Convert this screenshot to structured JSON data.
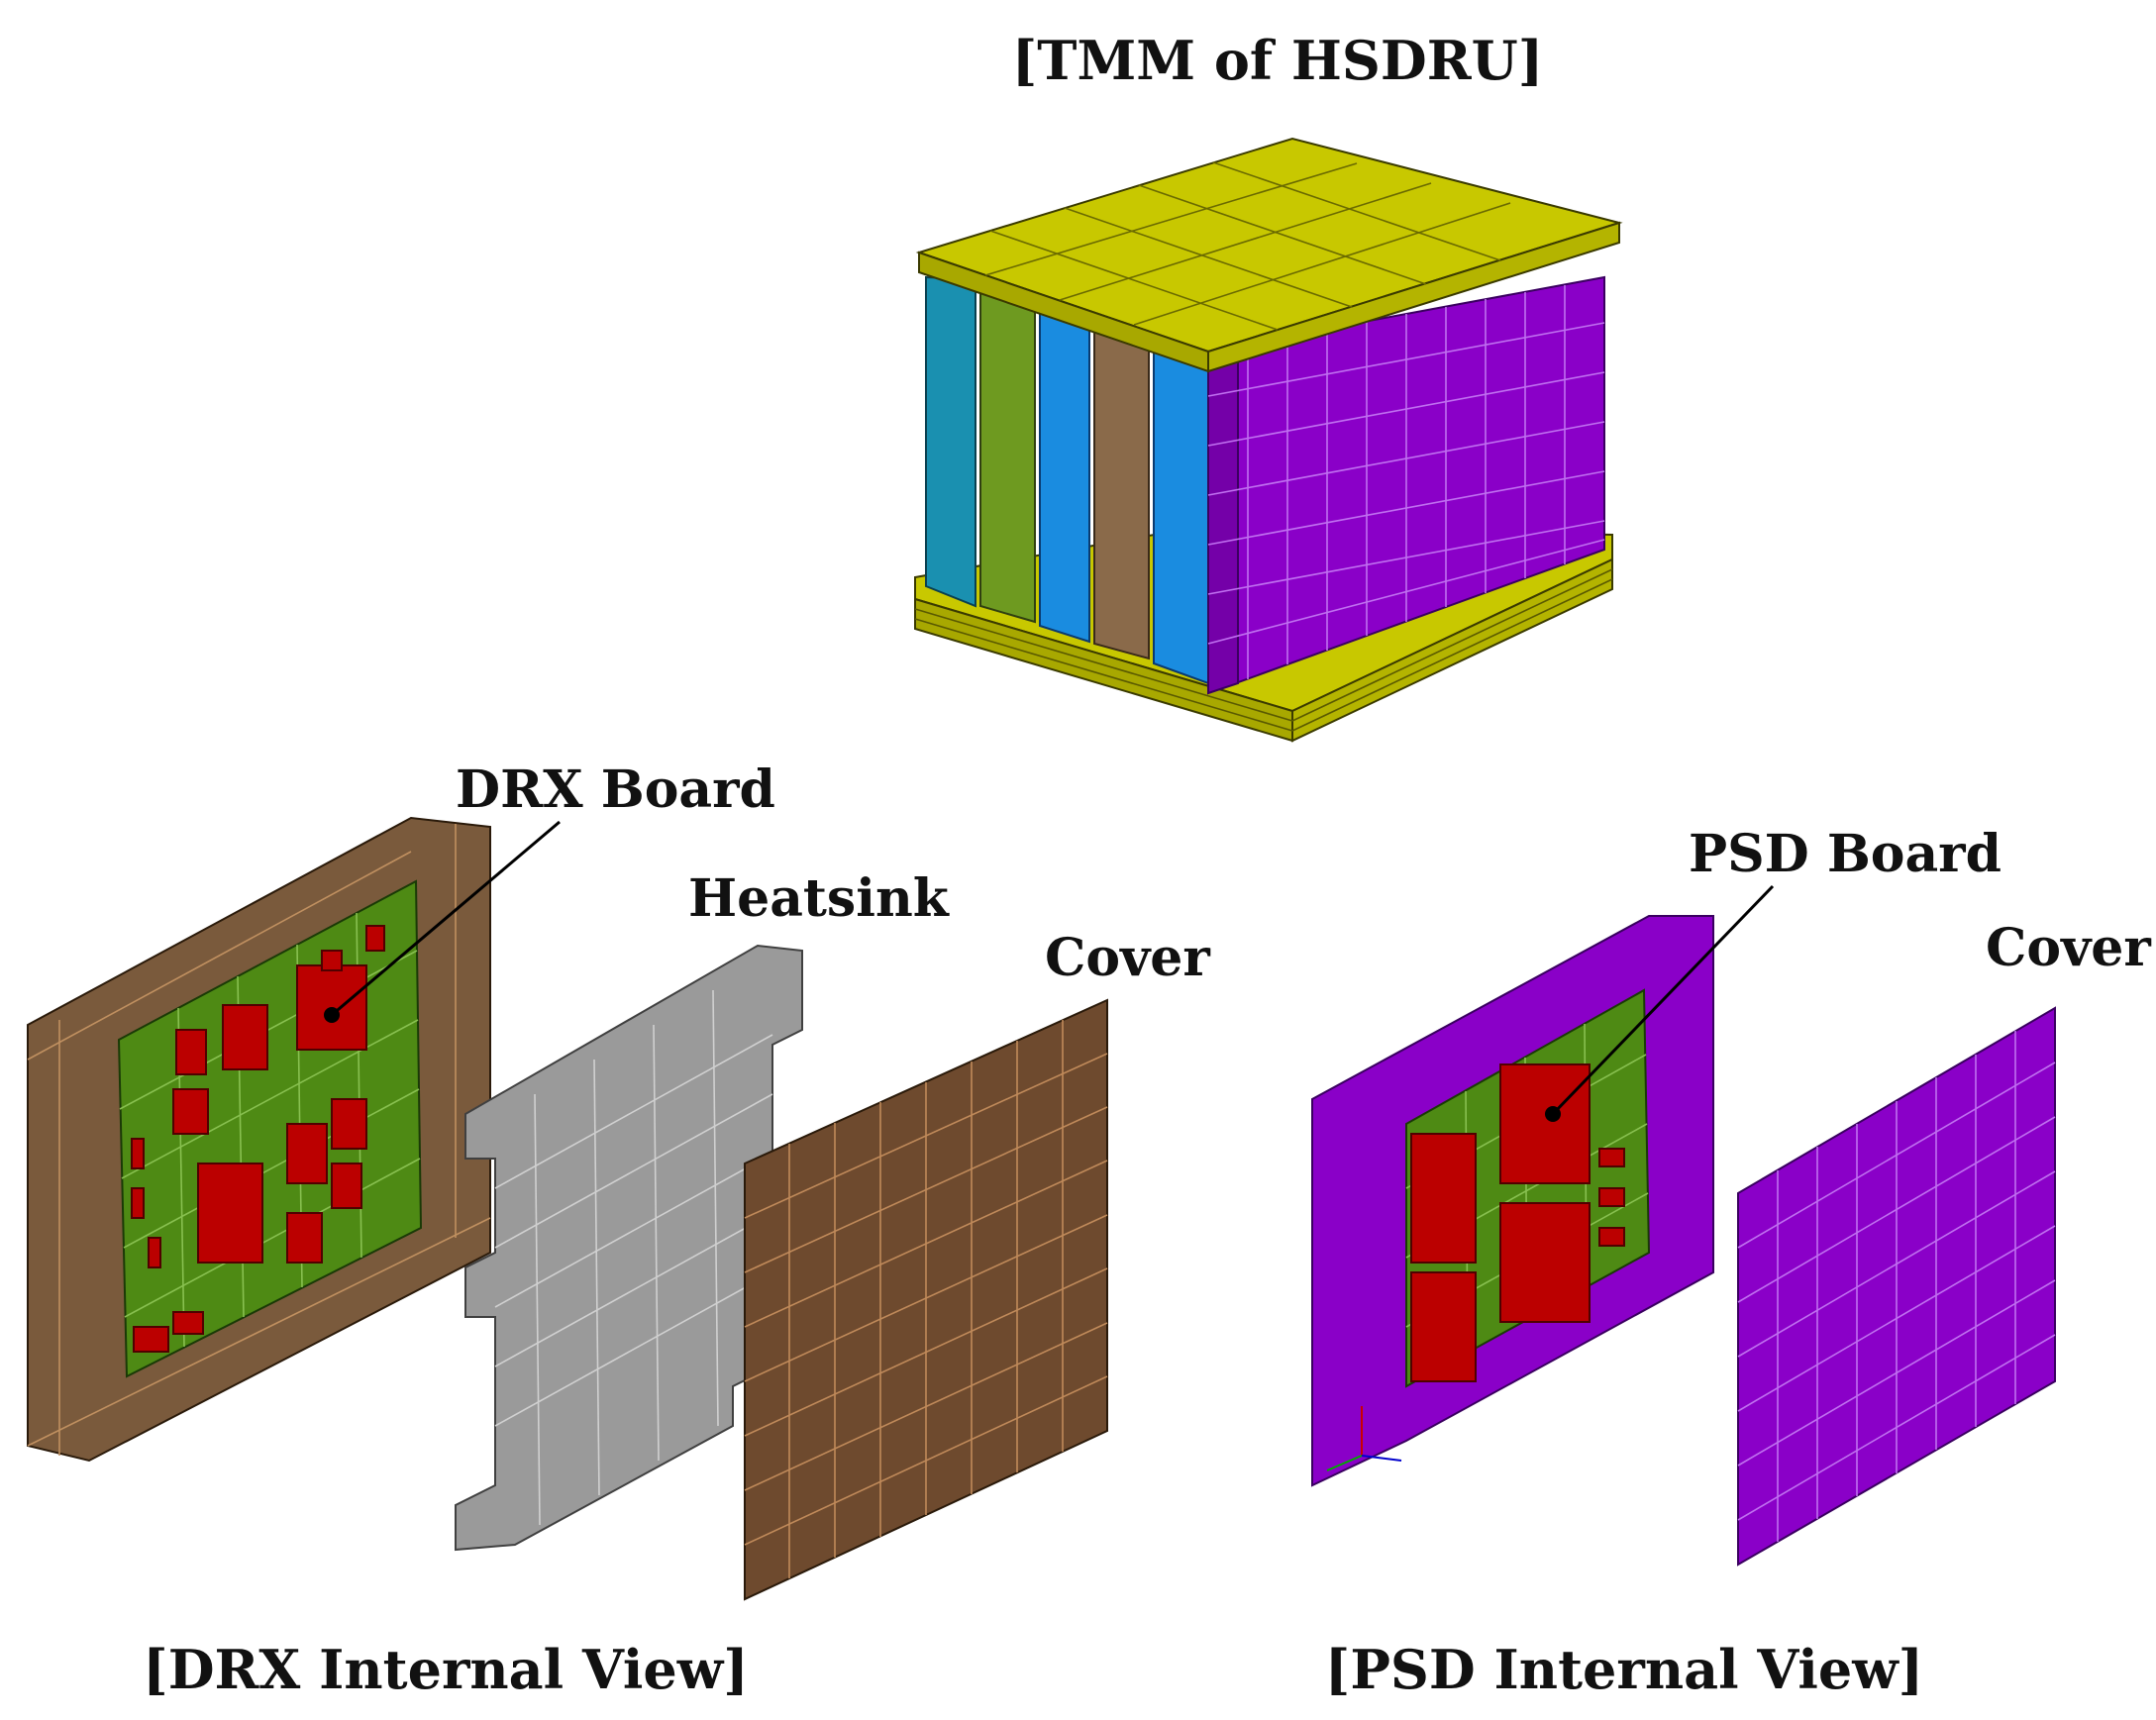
{
  "titles": {
    "top": "[TMM of HSDRU]",
    "drx_caption": "[DRX Internal View]",
    "psd_caption": "[PSD Internal View]"
  },
  "labels": {
    "drx_board": "DRX Board",
    "heatsink": "Heatsink",
    "cover_drx": "Cover",
    "psd_board": "PSD Board",
    "cover_psd": "Cover"
  },
  "colors": {
    "lid": "#c8c800",
    "purple": "#8a00c8",
    "brown": "#7a5a3c",
    "green": "#4e8a14",
    "red": "#bb0000",
    "gray": "#9a9a9a",
    "teal": "#1a90b0",
    "blue": "#1a8ce0",
    "olive": "#6e9a20"
  }
}
